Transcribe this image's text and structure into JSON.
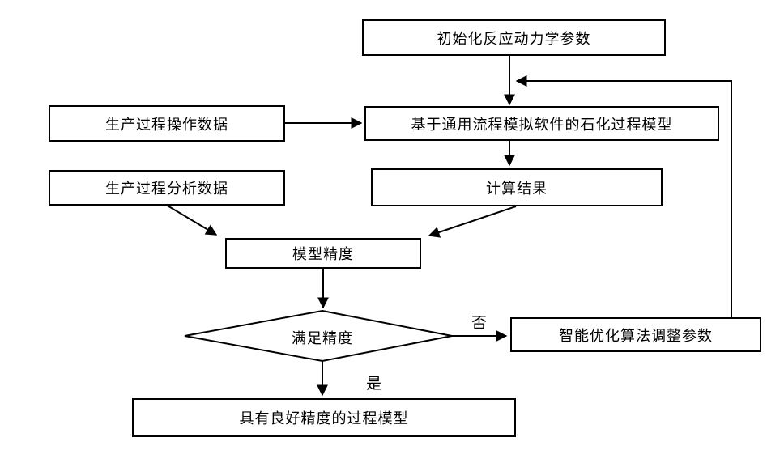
{
  "diagram": {
    "type": "flowchart",
    "colors": {
      "background": "#ffffff",
      "line": "#000000",
      "node_fill": "#ffffff",
      "text": "#000000"
    },
    "nodes": {
      "init_params": {
        "label": "初始化反应动力学参数",
        "shape": "rect"
      },
      "operation_data": {
        "label": "生产过程操作数据",
        "shape": "rect"
      },
      "process_model": {
        "label": "基于通用流程模拟软件的石化过程模型",
        "shape": "rect"
      },
      "analysis_data": {
        "label": "生产过程分析数据",
        "shape": "rect"
      },
      "calc_result": {
        "label": "计算结果",
        "shape": "rect"
      },
      "model_accuracy": {
        "label": "模型精度",
        "shape": "rect"
      },
      "accuracy_decision": {
        "label": "满足精度",
        "shape": "diamond"
      },
      "optimizer": {
        "label": "智能优化算法调整参数",
        "shape": "rect"
      },
      "final_model": {
        "label": "具有良好精度的过程模型",
        "shape": "rect"
      }
    },
    "edge_labels": {
      "no": "否",
      "yes": "是"
    },
    "edges": [
      {
        "from": "init_params",
        "to": "process_model"
      },
      {
        "from": "operation_data",
        "to": "process_model"
      },
      {
        "from": "process_model",
        "to": "calc_result"
      },
      {
        "from": "analysis_data",
        "to": "model_accuracy"
      },
      {
        "from": "calc_result",
        "to": "model_accuracy"
      },
      {
        "from": "model_accuracy",
        "to": "accuracy_decision"
      },
      {
        "from": "accuracy_decision",
        "to": "optimizer",
        "label": "否"
      },
      {
        "from": "accuracy_decision",
        "to": "final_model",
        "label": "是"
      },
      {
        "from": "optimizer",
        "to": "process_model",
        "note": "feedback loop"
      }
    ]
  }
}
